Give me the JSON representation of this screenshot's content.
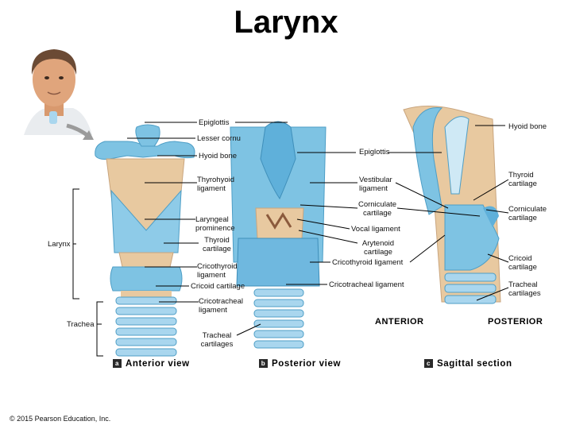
{
  "title": "Larynx",
  "labels": {
    "epiglottis_a": "Epiglottis",
    "lesser_cornu": "Lesser cornu",
    "hyoid_bone_a": "Hyoid bone",
    "thyrohyoid_ligament": "Thyrohyoid ligament",
    "laryngeal_prominence": "Laryngeal prominence",
    "thyroid_cartilage_a": "Thyroid cartilage",
    "cricothyroid_ligament_a": "Cricothyroid ligament",
    "cricoid_cartilage_a": "Cricoid cartilage",
    "cricotracheal_ligament_a": "Cricotracheal ligament",
    "tracheal_cartilages_a": "Tracheal cartilages",
    "larynx": "Larynx",
    "trachea": "Trachea",
    "epiglottis_b": "Epiglottis",
    "vestibular_ligament": "Vestibular ligament",
    "corniculate_cartilage_b": "Corniculate cartilage",
    "vocal_ligament": "Vocal ligament",
    "arytenoid_cartilage": "Arytenoid cartilage",
    "cricothyroid_ligament_b": "Cricothyroid ligament",
    "cricotracheal_ligament_b": "Cricotracheal ligament",
    "hyoid_bone_c": "Hyoid bone",
    "thyroid_cartilage_c": "Thyroid cartilage",
    "corniculate_cartilage_c": "Corniculate cartilage",
    "cricoid_cartilage_c": "Cricoid cartilage",
    "tracheal_cartilages_c": "Tracheal cartilages",
    "anterior": "ANTERIOR",
    "posterior": "POSTERIOR"
  },
  "captions": {
    "a_letter": "a",
    "a_text": "Anterior view",
    "b_letter": "b",
    "b_text": "Posterior view",
    "c_letter": "c",
    "c_text": "Sagittal section"
  },
  "copyright": "© 2015 Pearson Education, Inc.",
  "colors": {
    "cartilage_blue": "#7ec3e3",
    "cartilage_dark": "#4e9ec6",
    "ligament_tan": "#e8c9a0",
    "skin": "#e0a57c",
    "arrow_gray": "#9b9b9b"
  }
}
